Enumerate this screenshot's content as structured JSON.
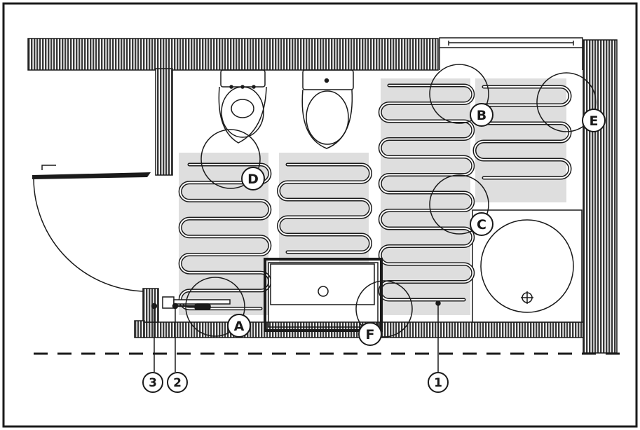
{
  "zone_labels": {
    "a": "A",
    "b": "B",
    "c": "C",
    "d": "D",
    "e": "E",
    "f": "F"
  },
  "callouts": {
    "one": "1",
    "two": "2",
    "three": "3"
  },
  "colors": {
    "line": "#1a1a1a",
    "mat": "#dedede",
    "wall_fill": "#444444"
  }
}
